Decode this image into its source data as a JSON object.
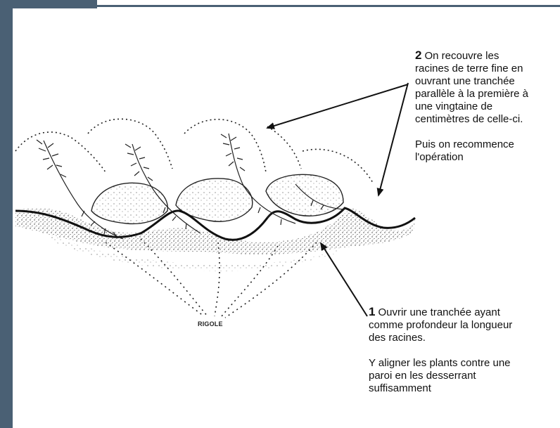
{
  "callouts": {
    "two": {
      "number": "2",
      "lines": [
        "On recouvre les",
        "racines de terre fine en",
        "ouvrant une tranchée",
        "parallèle à la première à",
        "une vingtaine de",
        "centimètres de celle-ci."
      ],
      "follow_lines": [
        "Puis on recommence",
        "l'opération"
      ]
    },
    "one": {
      "number": "1",
      "lines": [
        "Ouvrir une tranchée ayant",
        "comme profondeur la longueur",
        "des racines."
      ],
      "follow_lines": [
        "Y aligner les plants contre une",
        "paroi en les desserrant",
        "suffisamment"
      ]
    }
  },
  "rigole_label": "RIGOLE",
  "colors": {
    "frame": "#4a6074",
    "ink": "#111111"
  }
}
